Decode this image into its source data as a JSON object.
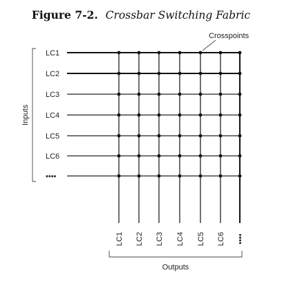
{
  "figure": {
    "label": "Figure 7-2.",
    "caption": "Crossbar Switching Fabric"
  },
  "callout": "Crosspoints",
  "inputs_label": "Inputs",
  "outputs_label": "Outputs",
  "rows": [
    "LC1",
    "LC2",
    "LC3",
    "LC4",
    "LC5",
    "LC6",
    "••••"
  ],
  "columns": [
    "LC1",
    "LC2",
    "LC3",
    "LC4",
    "LC5",
    "LC6",
    "••••"
  ]
}
